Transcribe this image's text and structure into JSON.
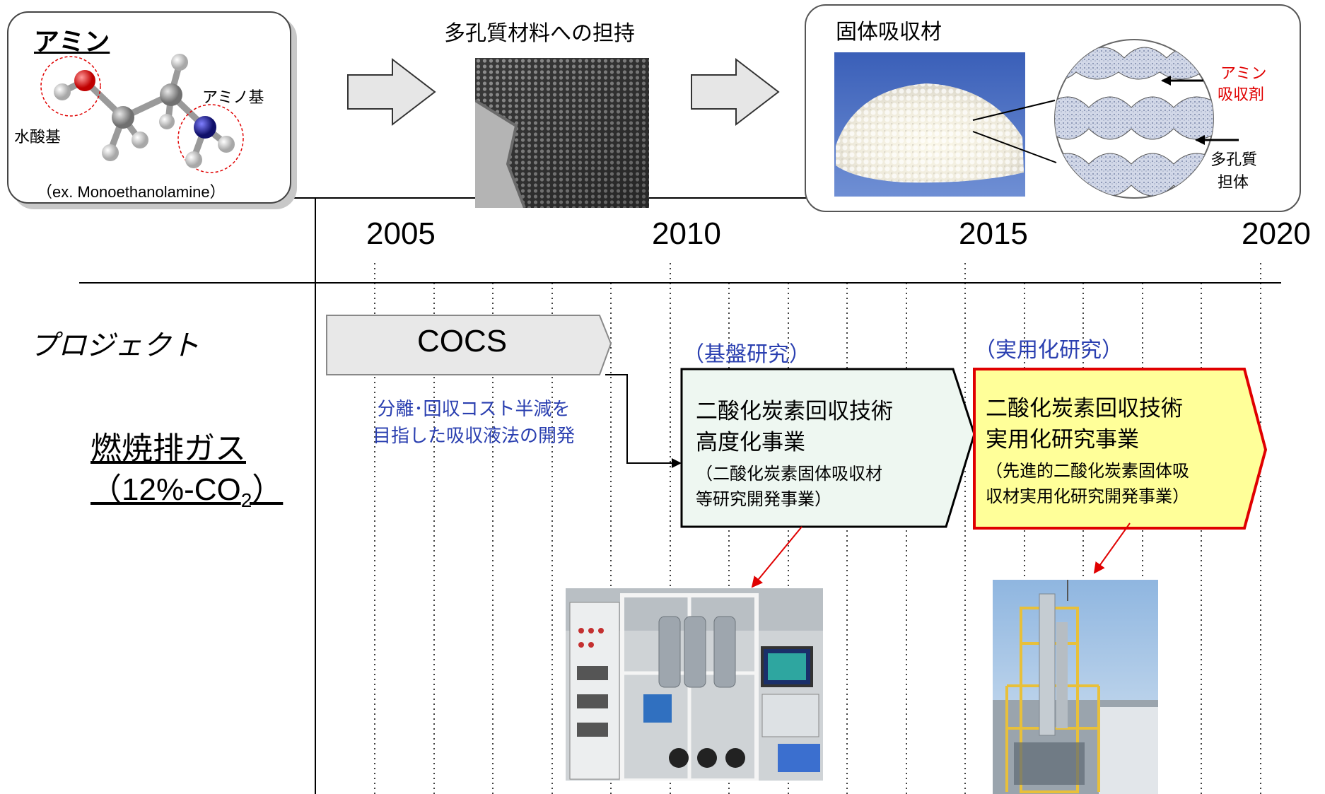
{
  "amine": {
    "title": "アミン",
    "hydroxyl_label": "水酸基",
    "amino_label": "アミノ基",
    "example": "（ex. Monoethanolamine）"
  },
  "porous_support": {
    "title": "多孔質材料への担持"
  },
  "solid_sorbent": {
    "title": "固体吸収材",
    "amine_label_line1": "アミン",
    "amine_label_line2": "吸収剤",
    "porous_label_line1": "多孔質",
    "porous_label_line2": "担体"
  },
  "timeline": {
    "years": [
      "2005",
      "2010",
      "2015",
      "2020"
    ],
    "row_label_project": "プロジェクト",
    "row_label_gas_line1": "燃焼排ガス",
    "row_label_gas_line2_prefix": "（12%-CO",
    "row_label_gas_line2_sub": "2",
    "row_label_gas_line2_suffix": "）"
  },
  "projects": {
    "cocs": {
      "label": "COCS",
      "desc_line1": "分離･回収コスト半減を",
      "desc_line2": "目指した吸収液法の開発"
    },
    "basic": {
      "category": "（基盤研究）",
      "title_line1": "二酸化炭素回収技術",
      "title_line2": "高度化事業",
      "sub_line1": "（二酸化炭素固体吸収材",
      "sub_line2": "等研究開発事業）"
    },
    "practical": {
      "category": "（実用化研究）",
      "title_line1": "二酸化炭素回収技術",
      "title_line2": "実用化研究事業",
      "sub_line1": "（先進的二酸化炭素固体吸",
      "sub_line2": "収材実用化研究開発事業）"
    }
  },
  "colors": {
    "accent_blue": "#2a3fb0",
    "practical_fill": "#ffff99",
    "practical_border": "#e00000",
    "basic_fill": "#eef7f1",
    "arrow_red": "#e00000"
  }
}
